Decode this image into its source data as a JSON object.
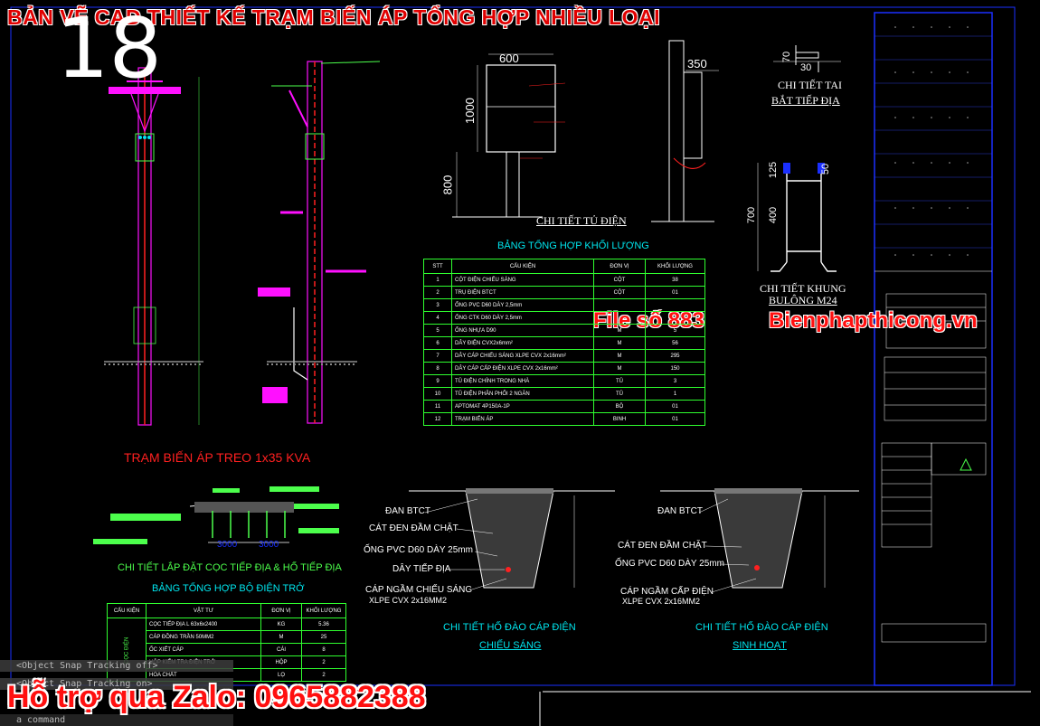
{
  "banner": {
    "title": "BẢN VẼ CAD THIẾT KẾ TRẠM BIẾN ÁP TỔNG HỢP NHIỀU LOẠI",
    "number": "18",
    "file_no": "File số 883",
    "site": "Bienphapthicong.vn",
    "zalo": "Hỗ trợ qua Zalo: 0965882388"
  },
  "command_line": {
    "line1": "<Object Snap Tracking off>",
    "line2": "<Object Snap Tracking on>",
    "line3": "a command"
  },
  "drawing": {
    "station_title": "TRẠM BIẾN ÁP TREO 1x35 KVA",
    "cabinet": {
      "title": "CHI TIẾT TỦ ĐIỆN",
      "dim_width": "600",
      "dim_height": "1000",
      "dim_base": "800",
      "dim_side": "350"
    },
    "lug": {
      "title_line1": "CHI TIẾT TAI",
      "title_line2": "BẮT TIẾP ĐỊA",
      "dim_a": "70",
      "dim_b": "30"
    },
    "frame": {
      "title_line1": "CHI TIẾT KHUNG",
      "title_line2": "BULÔNG M24",
      "dim_a": "125",
      "dim_b": "400",
      "dim_c": "700",
      "dim_d": "50"
    },
    "grounding": {
      "title": "CHI TIẾT LẮP ĐẶT CỌC TIẾP ĐỊA & HỐ TIẾP ĐỊA",
      "dim_a": "3000",
      "dim_b": "3000"
    },
    "trench_lighting": {
      "title_line1": "CHI TIẾT HỐ ĐÀO CÁP ĐIỆN",
      "title_line2": "CHIẾU SÁNG",
      "labels": [
        "ĐAN BTCT",
        "CÁT ĐEN ĐẦM CHẶT",
        "ỐNG PVC D60 DÀY 25mm",
        "DÂY TIẾP ĐỊA",
        "CÁP NGẦM CHIẾU SÁNG",
        "XLPE CVX 2x16MM2"
      ]
    },
    "trench_domestic": {
      "title_line1": "CHI TIẾT HỐ ĐÀO CÁP ĐIỆN",
      "title_line2": "SINH HOẠT",
      "labels": [
        "ĐAN BTCT",
        "CÁT ĐEN ĐẦM CHẶT",
        "ỐNG PVC D60 DÀY 25mm",
        "CÁP NGẦM CẤP ĐIỆN",
        "XLPE CVX 2x16MM2"
      ]
    }
  },
  "volume_table": {
    "title": "BẢNG TỔNG HỢP KHỐI LƯỢNG",
    "headers": [
      "STT",
      "CẤU KIỆN",
      "ĐƠN VỊ",
      "KHỐI LƯỢNG"
    ],
    "rows": [
      [
        "1",
        "CỘT ĐIỆN CHIẾU SÁNG",
        "CỘT",
        "38"
      ],
      [
        "2",
        "TRỤ ĐIỆN BTCT",
        "CỘT",
        "01"
      ],
      [
        "3",
        "ỐNG PVC D60 DÀY 2,5mm",
        "",
        ""
      ],
      [
        "4",
        "ỐNG CTK D60 DÀY 2,5mm",
        "",
        ""
      ],
      [
        "5",
        "ỐNG NHỰA D90",
        "M",
        "5"
      ],
      [
        "6",
        "DÂY ĐIỆN CVX2x6mm²",
        "M",
        "56"
      ],
      [
        "7",
        "DÂY CÁP CHIẾU SÁNG XLPE CVX 2x16mm²",
        "M",
        "295"
      ],
      [
        "8",
        "DÂY CÁP CẤP ĐIỆN XLPE CVX 2x16mm²",
        "M",
        "150"
      ],
      [
        "9",
        "TỦ ĐIỆN CHÍNH TRONG NHÀ",
        "TỦ",
        "3"
      ],
      [
        "10",
        "TỦ ĐIỆN PHÂN PHỐI 2 NGĂN",
        "TỦ",
        "1"
      ],
      [
        "11",
        "APTOMAT 4P150A-1P",
        "BỘ",
        "01"
      ],
      [
        "12",
        "TRẠM BIẾN ÁP",
        "BINH",
        "01"
      ]
    ]
  },
  "resistor_table": {
    "title": "BẢNG TỔNG HỢP BỘ ĐIỆN TRỞ",
    "headers": [
      "CẤU KIỆN",
      "VẬT TƯ",
      "ĐƠN VỊ",
      "KHỐI LƯỢNG"
    ],
    "group": "CỌC ĐIỆN",
    "rows": [
      [
        "CỌC TIẾP ĐỊA L 63x6x2400",
        "KG",
        "5.36"
      ],
      [
        "CÁP ĐỒNG TRẦN 50MM2",
        "M",
        "25"
      ],
      [
        "ỐC XIẾT CÁP",
        "CÁI",
        "8"
      ],
      [
        "HỘP KIỂM TRA ĐIỆN TRỞ",
        "HỘP",
        "2"
      ],
      [
        "HÓA CHẤT",
        "LỌ",
        "2"
      ]
    ]
  },
  "colors": {
    "background": "#000000",
    "banner_red": "#e00000",
    "cad_cyan": "#00e5ee",
    "cad_green": "#4cff4c",
    "cad_magenta": "#ff10ff",
    "cad_blue": "#1a2fff"
  }
}
